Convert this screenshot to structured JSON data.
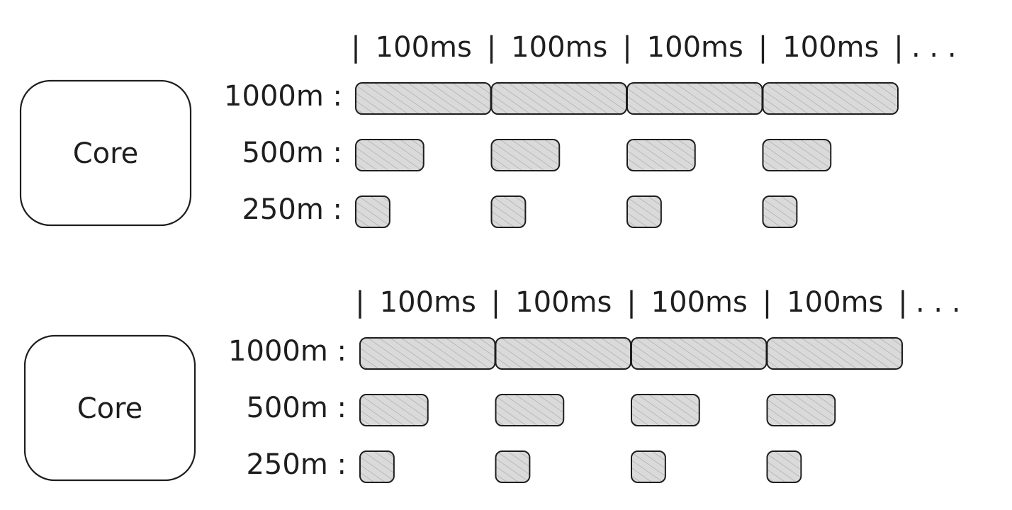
{
  "diagrams": [
    {
      "core_label": "Core",
      "timeline": {
        "separator": "|",
        "interval_labels": [
          "100ms",
          "100ms",
          "100ms",
          "100ms"
        ],
        "continuation": ". . ."
      },
      "rows": [
        {
          "label": "1000m :",
          "fraction": 1.0
        },
        {
          "label": "500m :",
          "fraction": 0.5
        },
        {
          "label": "250m :",
          "fraction": 0.25
        }
      ]
    },
    {
      "core_label": "Core",
      "timeline": {
        "separator": "|",
        "interval_labels": [
          "100ms",
          "100ms",
          "100ms",
          "100ms"
        ],
        "continuation": ". . ."
      },
      "rows": [
        {
          "label": "1000m :",
          "fraction": 1.0
        },
        {
          "label": "500m :",
          "fraction": 0.5
        },
        {
          "label": "250m :",
          "fraction": 0.25
        }
      ]
    }
  ],
  "colors": {
    "stroke": "#1e1e1e",
    "fill": "#d6d6d6",
    "hatch": "#a8a8a8"
  }
}
